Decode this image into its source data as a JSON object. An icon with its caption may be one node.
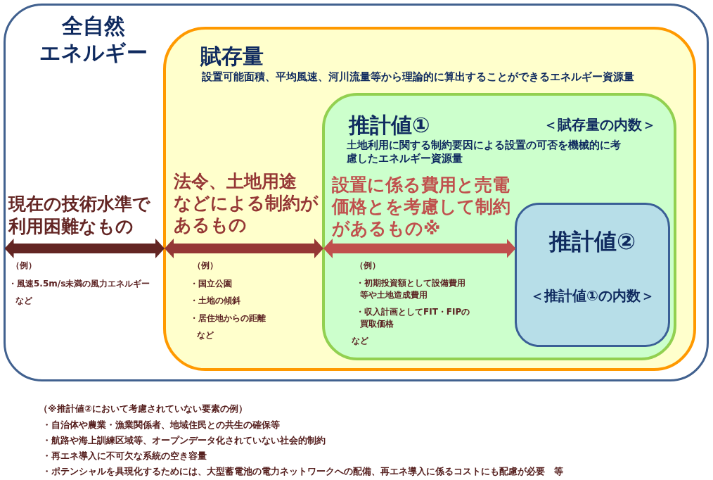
{
  "diagram": {
    "nodes": [
      {
        "text": [
          "全自然エネルギー"
        ]
      },
      {
        "text": [
          "賦存量",
          "設置可能面積、平均風速、河川流量等から理論的に算出することができるエネルギー資源量"
        ],
        "in": 0
      },
      {
        "text": [
          "推計値①",
          "＜賦存量の内数＞",
          "土地利用に関する制約要因による設置の可否を機械的に考慮したエネルギー資源量"
        ],
        "in": 1
      },
      {
        "text": [
          "推計値②",
          "＜推計値①の内数＞"
        ],
        "in": 2
      }
    ],
    "edges": [
      {
        "from": 0,
        "to": 1,
        "arrow": "both",
        "label": "現在の技術水準で利用困難なもの",
        "color": "#632523"
      },
      {
        "from": 1,
        "to": 2,
        "arrow": "both",
        "label": "法令、土地用途などによる制約があるもの",
        "color": "#953735"
      },
      {
        "from": 2,
        "to": 3,
        "arrow": "both",
        "label": "設置に係る費用と売電価格とを考慮して制約があるもの※",
        "color": "#c0504d"
      }
    ],
    "labels": [
      "（例）",
      "・風速5.5m/s未満の風力エネルギー",
      "など",
      "（例）",
      "・国立公園",
      "・土地の傾斜",
      "・居住地からの距離",
      "など",
      "（例）",
      "・初期投資額として設備費用等や土地造成費用",
      "・収入計画としてFIT・FIPの買取価格",
      "など",
      "（※推計値②において考慮されていない要素の例）",
      "・自治体や農業・漁業関係者、地域住民との共生の確保等",
      "・航路や海上訓練区域等、オープンデータ化されていない社会的制約",
      "・再エネ導入に不可欠な系統の空き容量",
      "・ポテンシャルを具現化するためには、大型蓄電池の電力ネットワークへの配備、再エネ導入に係るコストにも配慮が必要　等"
    ]
  }
}
